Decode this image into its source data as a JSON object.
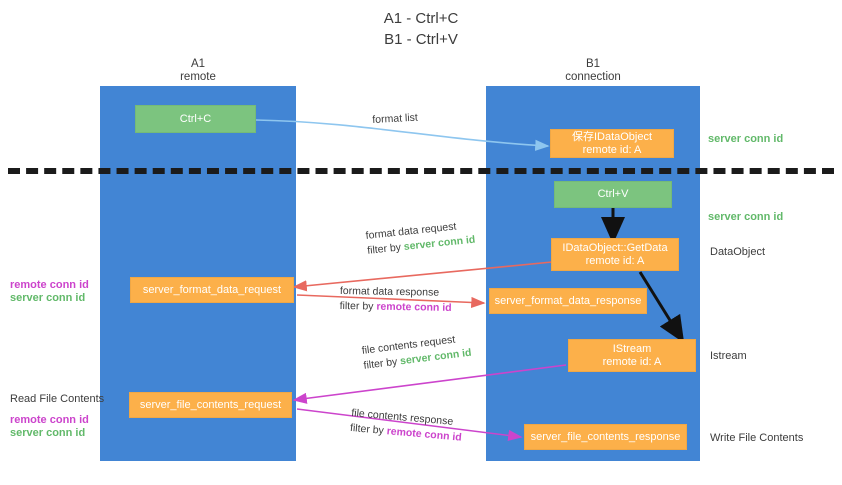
{
  "title": {
    "line1": "A1 - Ctrl+C",
    "line2": "B1 - Ctrl+V"
  },
  "columns": {
    "a": {
      "name": "A1",
      "role": "remote"
    },
    "b": {
      "name": "B1",
      "role": "connection"
    }
  },
  "boxes": {
    "ctrl_c": {
      "label": "Ctrl+C"
    },
    "ctrl_v": {
      "label": "Ctrl+V"
    },
    "idataobject_saved": {
      "line1": "保存IDataObject",
      "line2": "remote id: A"
    },
    "idataobject_getdata": {
      "line1": "IDataObject::GetData",
      "line2": "remote id: A"
    },
    "istream": {
      "line1": "IStream",
      "line2": "remote id: A"
    },
    "server_format_data_request": {
      "label": "server_format_data_request"
    },
    "server_format_data_response": {
      "label": "server_format_data_response"
    },
    "server_file_contents_request": {
      "label": "server_file_contents_request"
    },
    "server_file_contents_response": {
      "label": "server_file_contents_response"
    }
  },
  "arrow_labels": {
    "format_list": {
      "text": "format list"
    },
    "format_data_request": {
      "line1": "format data request",
      "filter_prefix": "filter by ",
      "filter_value": "server conn id"
    },
    "format_data_response": {
      "line1": "format data response",
      "filter_prefix": "filter by ",
      "filter_value": "remote conn id"
    },
    "file_contents_request": {
      "line1": "file contents request",
      "filter_prefix": "filter by ",
      "filter_value": "server conn id"
    },
    "file_contents_response": {
      "line1": "file contents response",
      "filter_prefix": "filter by ",
      "filter_value": "remote conn id"
    }
  },
  "right_notes": {
    "server_conn_id_top": "server conn id",
    "server_conn_id_mid": "server conn id",
    "dataobject": "DataObject",
    "istream": "Istream",
    "write_file_contents": "Write File Contents"
  },
  "left_notes": {
    "format_remote": "remote conn id",
    "format_server": "server conn id",
    "read_file_contents": "Read File Contents",
    "file_remote": "remote conn id",
    "file_server": "server conn id"
  },
  "colors": {
    "lane": "#4285d4",
    "green_box": "#7cc47f",
    "orange_box": "#fcb04a",
    "green_text": "#62b96a",
    "magenta_text": "#cc44cc",
    "arrow_blue": "#8ec6ef",
    "arrow_red": "#e8695f",
    "arrow_magenta": "#cc44cc",
    "arrow_black": "#111111",
    "dashed_line": "#1b1b1b"
  }
}
